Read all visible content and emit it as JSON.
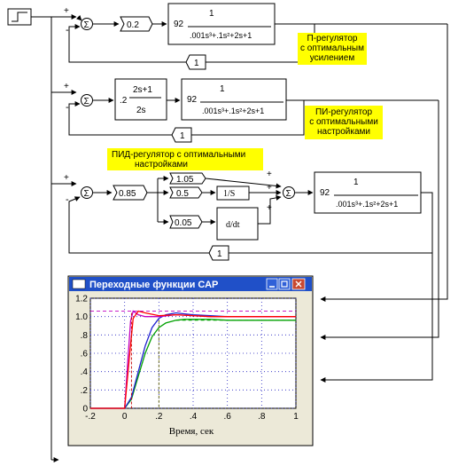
{
  "diagram": {
    "sign_plus": "+",
    "sign_minus": "-",
    "sum_symbol": "Σ",
    "feedback_gain": "1",
    "plant": {
      "gain": "92",
      "numerator": "1",
      "denominator": ".001s³+.1s²+2s+1"
    },
    "loop_p": {
      "gain": "0.2",
      "label": [
        "П-регулятор",
        "с оптимальным",
        "усилением"
      ]
    },
    "loop_pi": {
      "gain": ".2",
      "tf_numerator": "2s+1",
      "tf_denominator": "2s",
      "label": [
        "ПИ-регулятор",
        "с оптимальными",
        "настройками"
      ]
    },
    "loop_pid": {
      "gain": "0.85",
      "k_p": "1.05",
      "k_i": "0.5",
      "k_d": "0.05",
      "integrator": "1/S",
      "derivative": "d/dt",
      "label": [
        "ПИД-регулятор с оптимальными",
        "настройками"
      ]
    }
  },
  "scope_window": {
    "title": "Переходные функции САР",
    "x_axis_label": "Время, сек"
  },
  "chart_data": {
    "type": "line",
    "xlabel": "Время, сек",
    "ylabel": "",
    "xlim": [
      -0.2,
      1.0
    ],
    "ylim": [
      0,
      1.2
    ],
    "x_ticks": [
      "-.2",
      "0",
      ".2",
      ".4",
      ".6",
      ".8",
      "1"
    ],
    "y_ticks": [
      "0",
      ".2",
      ".4",
      ".6",
      ".8",
      "1.0",
      "1.2"
    ],
    "grid": true,
    "series": [
      {
        "color": "#00a000",
        "x": [
          -0.2,
          0.0,
          0.04,
          0.08,
          0.12,
          0.16,
          0.2,
          0.24,
          0.3,
          0.35,
          0.4,
          0.5,
          0.6,
          0.8,
          1.0
        ],
        "y": [
          0,
          0,
          0.1,
          0.35,
          0.6,
          0.78,
          0.88,
          0.93,
          0.96,
          0.97,
          0.97,
          0.97,
          0.96,
          0.96,
          0.96
        ]
      },
      {
        "color": "#2020d0",
        "x": [
          -0.2,
          0.0,
          0.04,
          0.08,
          0.12,
          0.16,
          0.2,
          0.24,
          0.3,
          0.35,
          0.4,
          0.5,
          0.6,
          0.8,
          1.0
        ],
        "y": [
          0,
          0,
          0.12,
          0.4,
          0.68,
          0.88,
          0.98,
          1.02,
          1.04,
          1.03,
          1.02,
          1.01,
          1.0,
          1.0,
          1.0
        ]
      },
      {
        "color": "#c000c0",
        "x": [
          -0.2,
          0.0,
          0.02,
          0.035,
          0.05,
          0.08,
          0.12,
          0.2,
          0.3,
          0.4,
          0.5,
          0.6,
          0.8,
          1.0
        ],
        "y": [
          0,
          0,
          0.55,
          0.95,
          1.06,
          1.02,
          1.0,
          1.0,
          1.02,
          1.01,
          1.0,
          1.0,
          1.0,
          1.0
        ]
      },
      {
        "color": "#ff0000",
        "x": [
          -0.2,
          0.0,
          0.03,
          0.05,
          0.08,
          0.12,
          0.2,
          0.3,
          0.5,
          0.8,
          1.0
        ],
        "y": [
          0,
          0,
          0.6,
          0.98,
          1.06,
          1.04,
          1.01,
          1.02,
          1.0,
          1.0,
          1.0
        ]
      }
    ]
  }
}
